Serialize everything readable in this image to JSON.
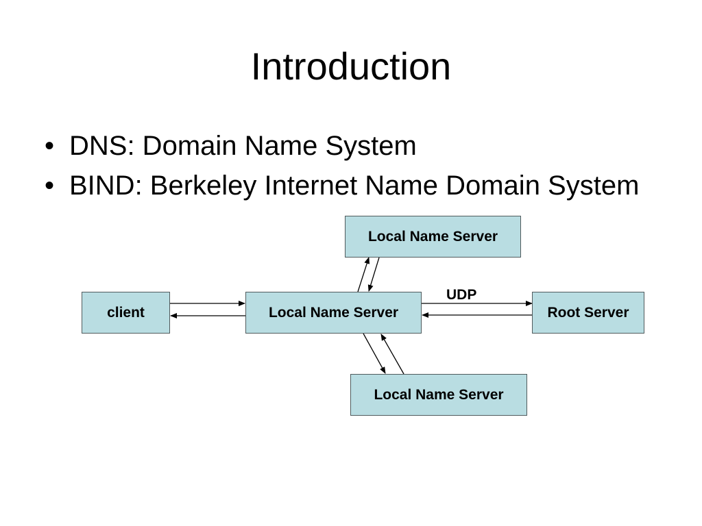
{
  "slide": {
    "title": "Introduction",
    "bullets": [
      "DNS: Domain Name System",
      "BIND: Berkeley Internet Name Domain System"
    ]
  },
  "diagram": {
    "nodes": {
      "client": "client",
      "local_center": "Local Name Server",
      "local_top": "Local Name Server",
      "local_bottom": "Local Name Server",
      "root": "Root Server"
    },
    "edge_label": "UDP",
    "colors": {
      "node_fill": "#b9dde2",
      "node_border": "#4f5a5c",
      "arrow": "#000000"
    }
  }
}
